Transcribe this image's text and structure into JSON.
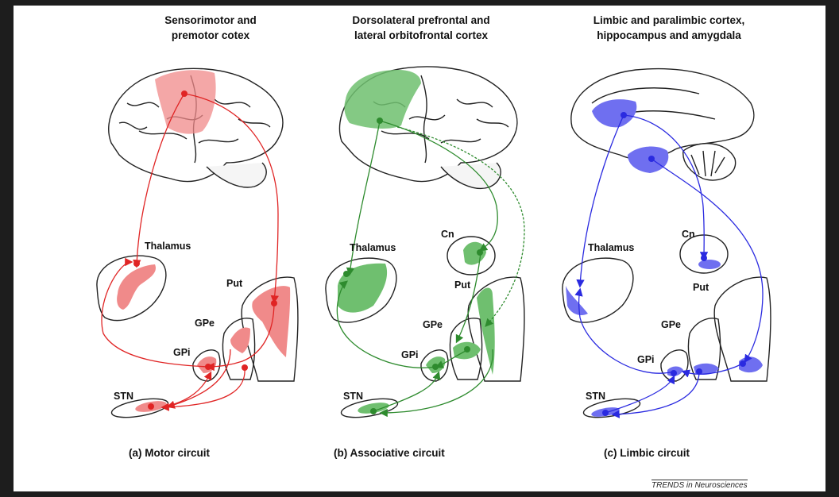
{
  "panels": [
    {
      "title_lines": [
        "Sensorimotor and",
        "premotor cotex"
      ],
      "caption": "(a) Motor circuit",
      "labels": {
        "thalamus": "Thalamus",
        "put": "Put",
        "gpe": "GPe",
        "gpi": "GPi",
        "stn": "STN"
      },
      "color": "#e02424",
      "fill": "#f08a8a"
    },
    {
      "title_lines": [
        "Dorsolateral prefrontal and",
        "lateral orbitofrontal cortex"
      ],
      "caption": "(b) Associative circuit",
      "labels": {
        "thalamus": "Thalamus",
        "cn": "Cn",
        "put": "Put",
        "gpe": "GPe",
        "gpi": "GPi",
        "stn": "STN"
      },
      "color": "#2e8b2e",
      "fill": "#6fbf6f"
    },
    {
      "title_lines": [
        "Limbic and paralimbic cortex,",
        "hippocampus and amygdala"
      ],
      "caption": "(c) Limbic circuit",
      "labels": {
        "thalamus": "Thalamus",
        "cn": "Cn",
        "put": "Put",
        "gpe": "GPe",
        "gpi": "GPi",
        "stn": "STN"
      },
      "color": "#2a2ae0",
      "fill": "#6f6ff0"
    }
  ],
  "credit": "TRENDS in Neurosciences"
}
